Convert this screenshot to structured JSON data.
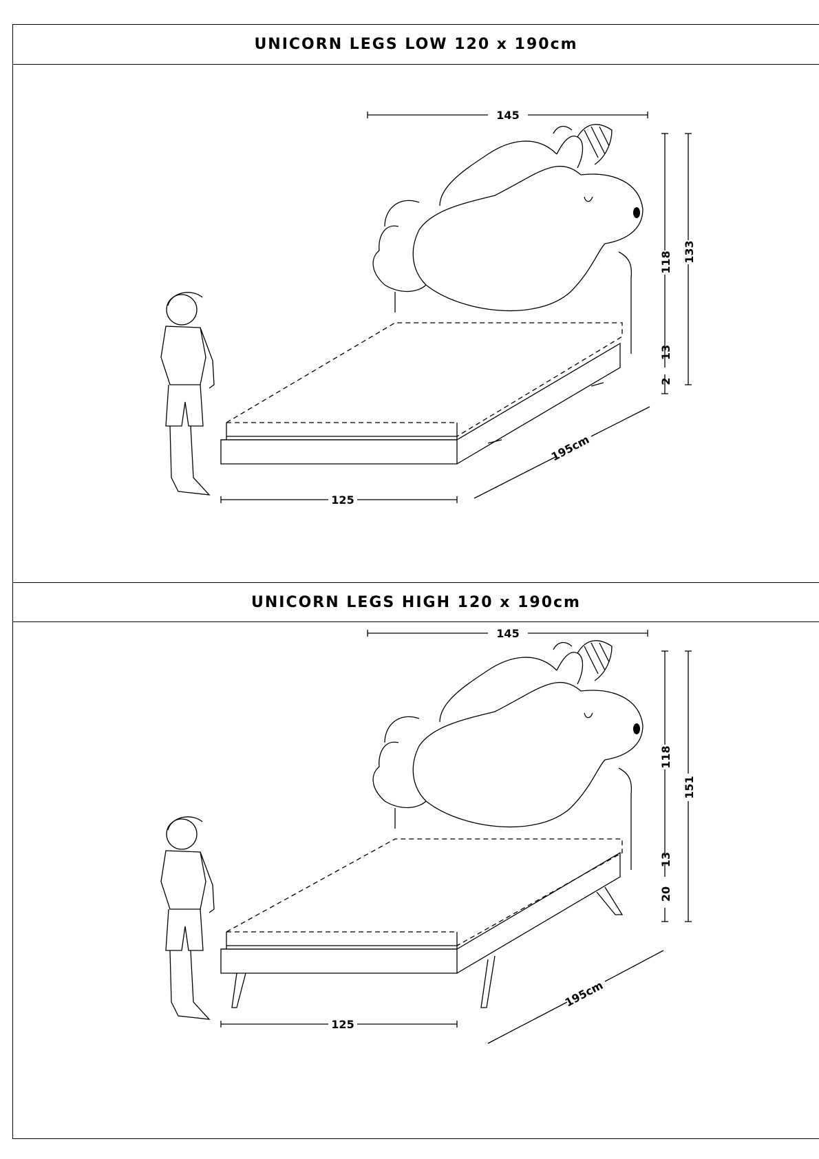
{
  "sections": [
    {
      "title": "UNICORN LEGS LOW 120 x 190cm",
      "dims": {
        "headboard_width": "145",
        "headboard_height": "118",
        "total_height": "133",
        "base_height": "13",
        "base_height_extra": "2",
        "length": "195cm",
        "width": "125"
      }
    },
    {
      "title": "UNICORN LEGS HIGH 120 x 190cm",
      "dims": {
        "headboard_width": "145",
        "headboard_height": "118",
        "total_height": "151",
        "base_height": "13",
        "leg_height": "20",
        "length": "195cm",
        "width": "125"
      }
    }
  ]
}
